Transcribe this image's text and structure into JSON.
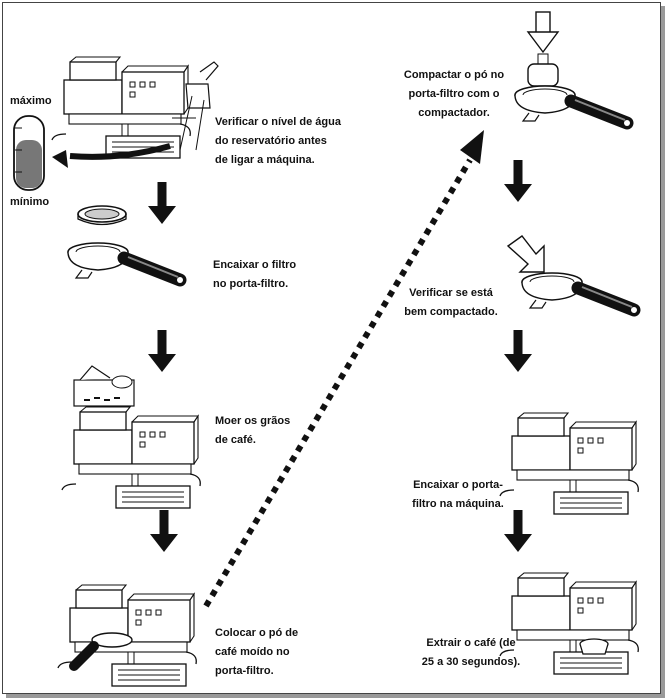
{
  "level": {
    "max_label": "máximo",
    "min_label": "mínimo"
  },
  "left_steps": [
    {
      "id": "water",
      "text": "Verificar o nível de água\ndo reservatório antes\nde ligar a máquina."
    },
    {
      "id": "filter",
      "text": "Encaixar o filtro\nno porta-filtro."
    },
    {
      "id": "grind",
      "text": "Moer os grãos\nde café."
    },
    {
      "id": "powder",
      "text": "Colocar o pó de\ncafé moído no\nporta-filtro."
    }
  ],
  "right_steps": [
    {
      "id": "tamp",
      "text": "Compactar o pó no\nporta-filtro com o\ncompactador."
    },
    {
      "id": "check",
      "text": "Verificar se está\nbem compactado."
    },
    {
      "id": "attach",
      "text": "Encaixar o porta-\nfiltro na máquina."
    },
    {
      "id": "extract",
      "text": "Extrair o café (de\n25 a 30 segundos)."
    }
  ],
  "colors": {
    "ink": "#111111",
    "shade": "#888888",
    "frame_shadow": "#9a9a9a"
  },
  "icons": [
    "espresso-machine",
    "water-tank",
    "filter-basket",
    "portafilter",
    "coffee-grinder",
    "tamper",
    "down-arrow",
    "outline-arrow",
    "dotted-arrow"
  ]
}
